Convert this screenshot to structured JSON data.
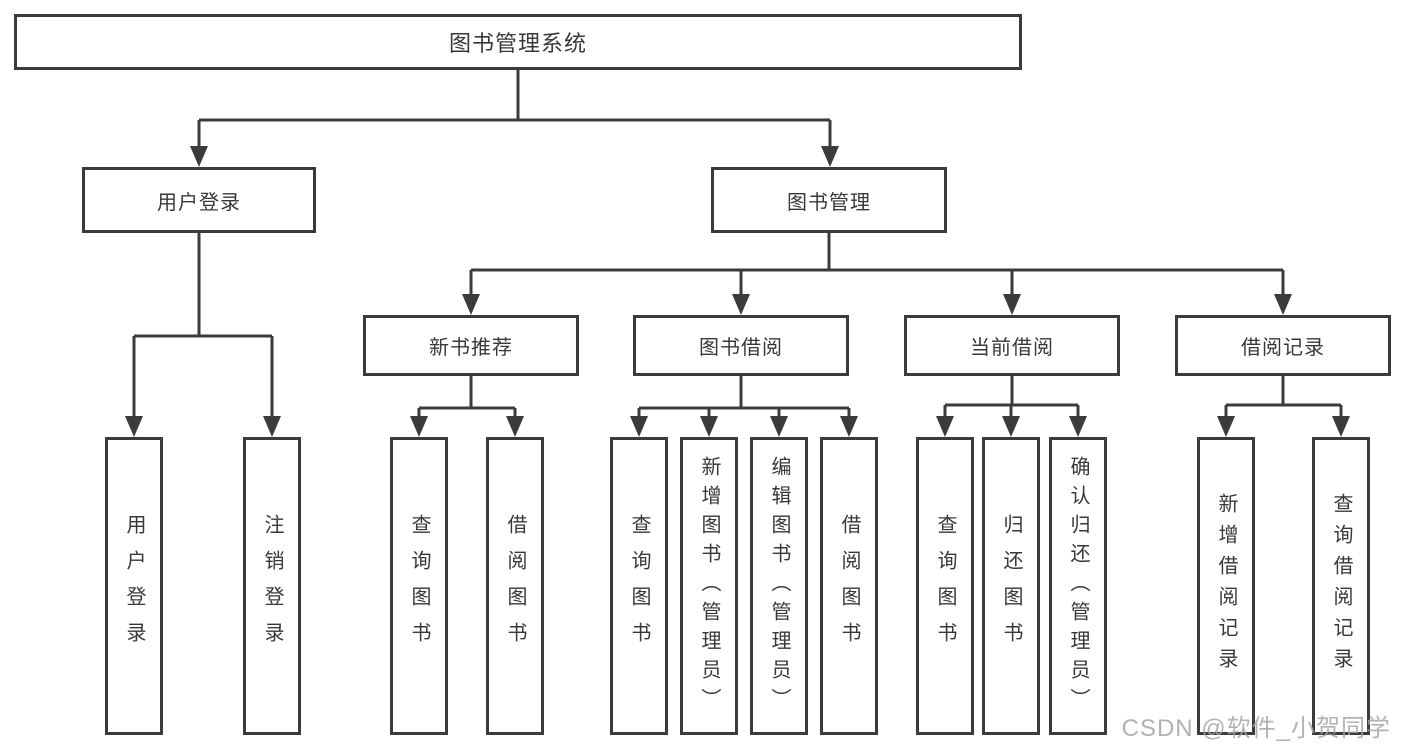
{
  "tree": {
    "root": {
      "label": "图书管理系统"
    },
    "level2": [
      {
        "label": "用户登录",
        "children": [
          {
            "label": "用户登录"
          },
          {
            "label": "注销登录"
          }
        ]
      },
      {
        "label": "图书管理",
        "children": [
          {
            "label": "新书推荐",
            "children": [
              {
                "label": "查询图书"
              },
              {
                "label": "借阅图书"
              }
            ]
          },
          {
            "label": "图书借阅",
            "children": [
              {
                "label": "查询图书"
              },
              {
                "label": "新增图书（管理员）"
              },
              {
                "label": "编辑图书（管理员）"
              },
              {
                "label": "借阅图书"
              }
            ]
          },
          {
            "label": "当前借阅",
            "children": [
              {
                "label": "查询图书"
              },
              {
                "label": "归还图书"
              },
              {
                "label": "确认归还（管理员）"
              }
            ]
          },
          {
            "label": "借阅记录",
            "children": [
              {
                "label": "新增借阅记录"
              },
              {
                "label": "查询借阅记录"
              }
            ]
          }
        ]
      }
    ]
  },
  "watermark": {
    "text": "CSDN @软件_小贺同学"
  },
  "colors": {
    "line": "#3b3b3b",
    "text": "#383838",
    "background": "#ffffff",
    "watermark": "#a4a4a4"
  }
}
